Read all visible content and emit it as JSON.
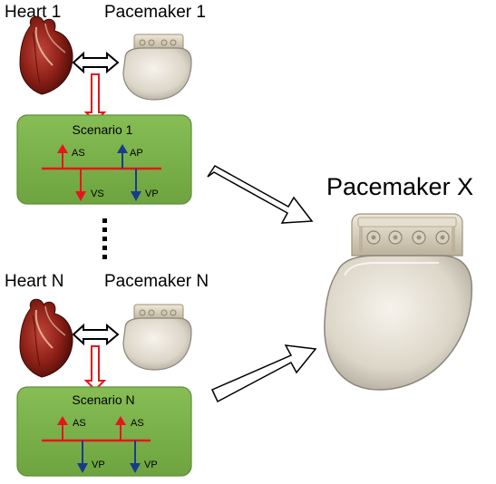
{
  "labels": {
    "heart_top": "Heart 1",
    "pacemaker_top": "Pacemaker 1",
    "heart_bottom": "Heart N",
    "pacemaker_bottom": "Pacemaker N",
    "pacemaker_x": "Pacemaker X"
  },
  "scenarios": [
    {
      "title": "Scenario 1",
      "events": [
        {
          "label": "AS",
          "direction": "up",
          "color": "#e8141b"
        },
        {
          "label": "VS",
          "direction": "down",
          "color": "#e8141b"
        },
        {
          "label": "AP",
          "direction": "up",
          "color": "#1a3b8c"
        },
        {
          "label": "VP",
          "direction": "down",
          "color": "#1a3b8c"
        }
      ]
    },
    {
      "title": "Scenario N",
      "events": [
        {
          "label": "AS",
          "direction": "up",
          "color": "#e8141b"
        },
        {
          "label": "VP",
          "direction": "down",
          "color": "#1a3b8c"
        },
        {
          "label": "AS",
          "direction": "up",
          "color": "#e8141b"
        },
        {
          "label": "VP",
          "direction": "down",
          "color": "#1a3b8c"
        }
      ]
    }
  ],
  "colors": {
    "scenario_fill": "#78b14a",
    "scenario_border": "#5f8e38",
    "timeline": "#e8141b",
    "sense": "#e8141b",
    "pace": "#1a3b8c"
  },
  "icons": [
    "heart-image",
    "pacemaker-image",
    "double-arrow-icon",
    "down-arrow-icon",
    "right-arrow-icon"
  ]
}
